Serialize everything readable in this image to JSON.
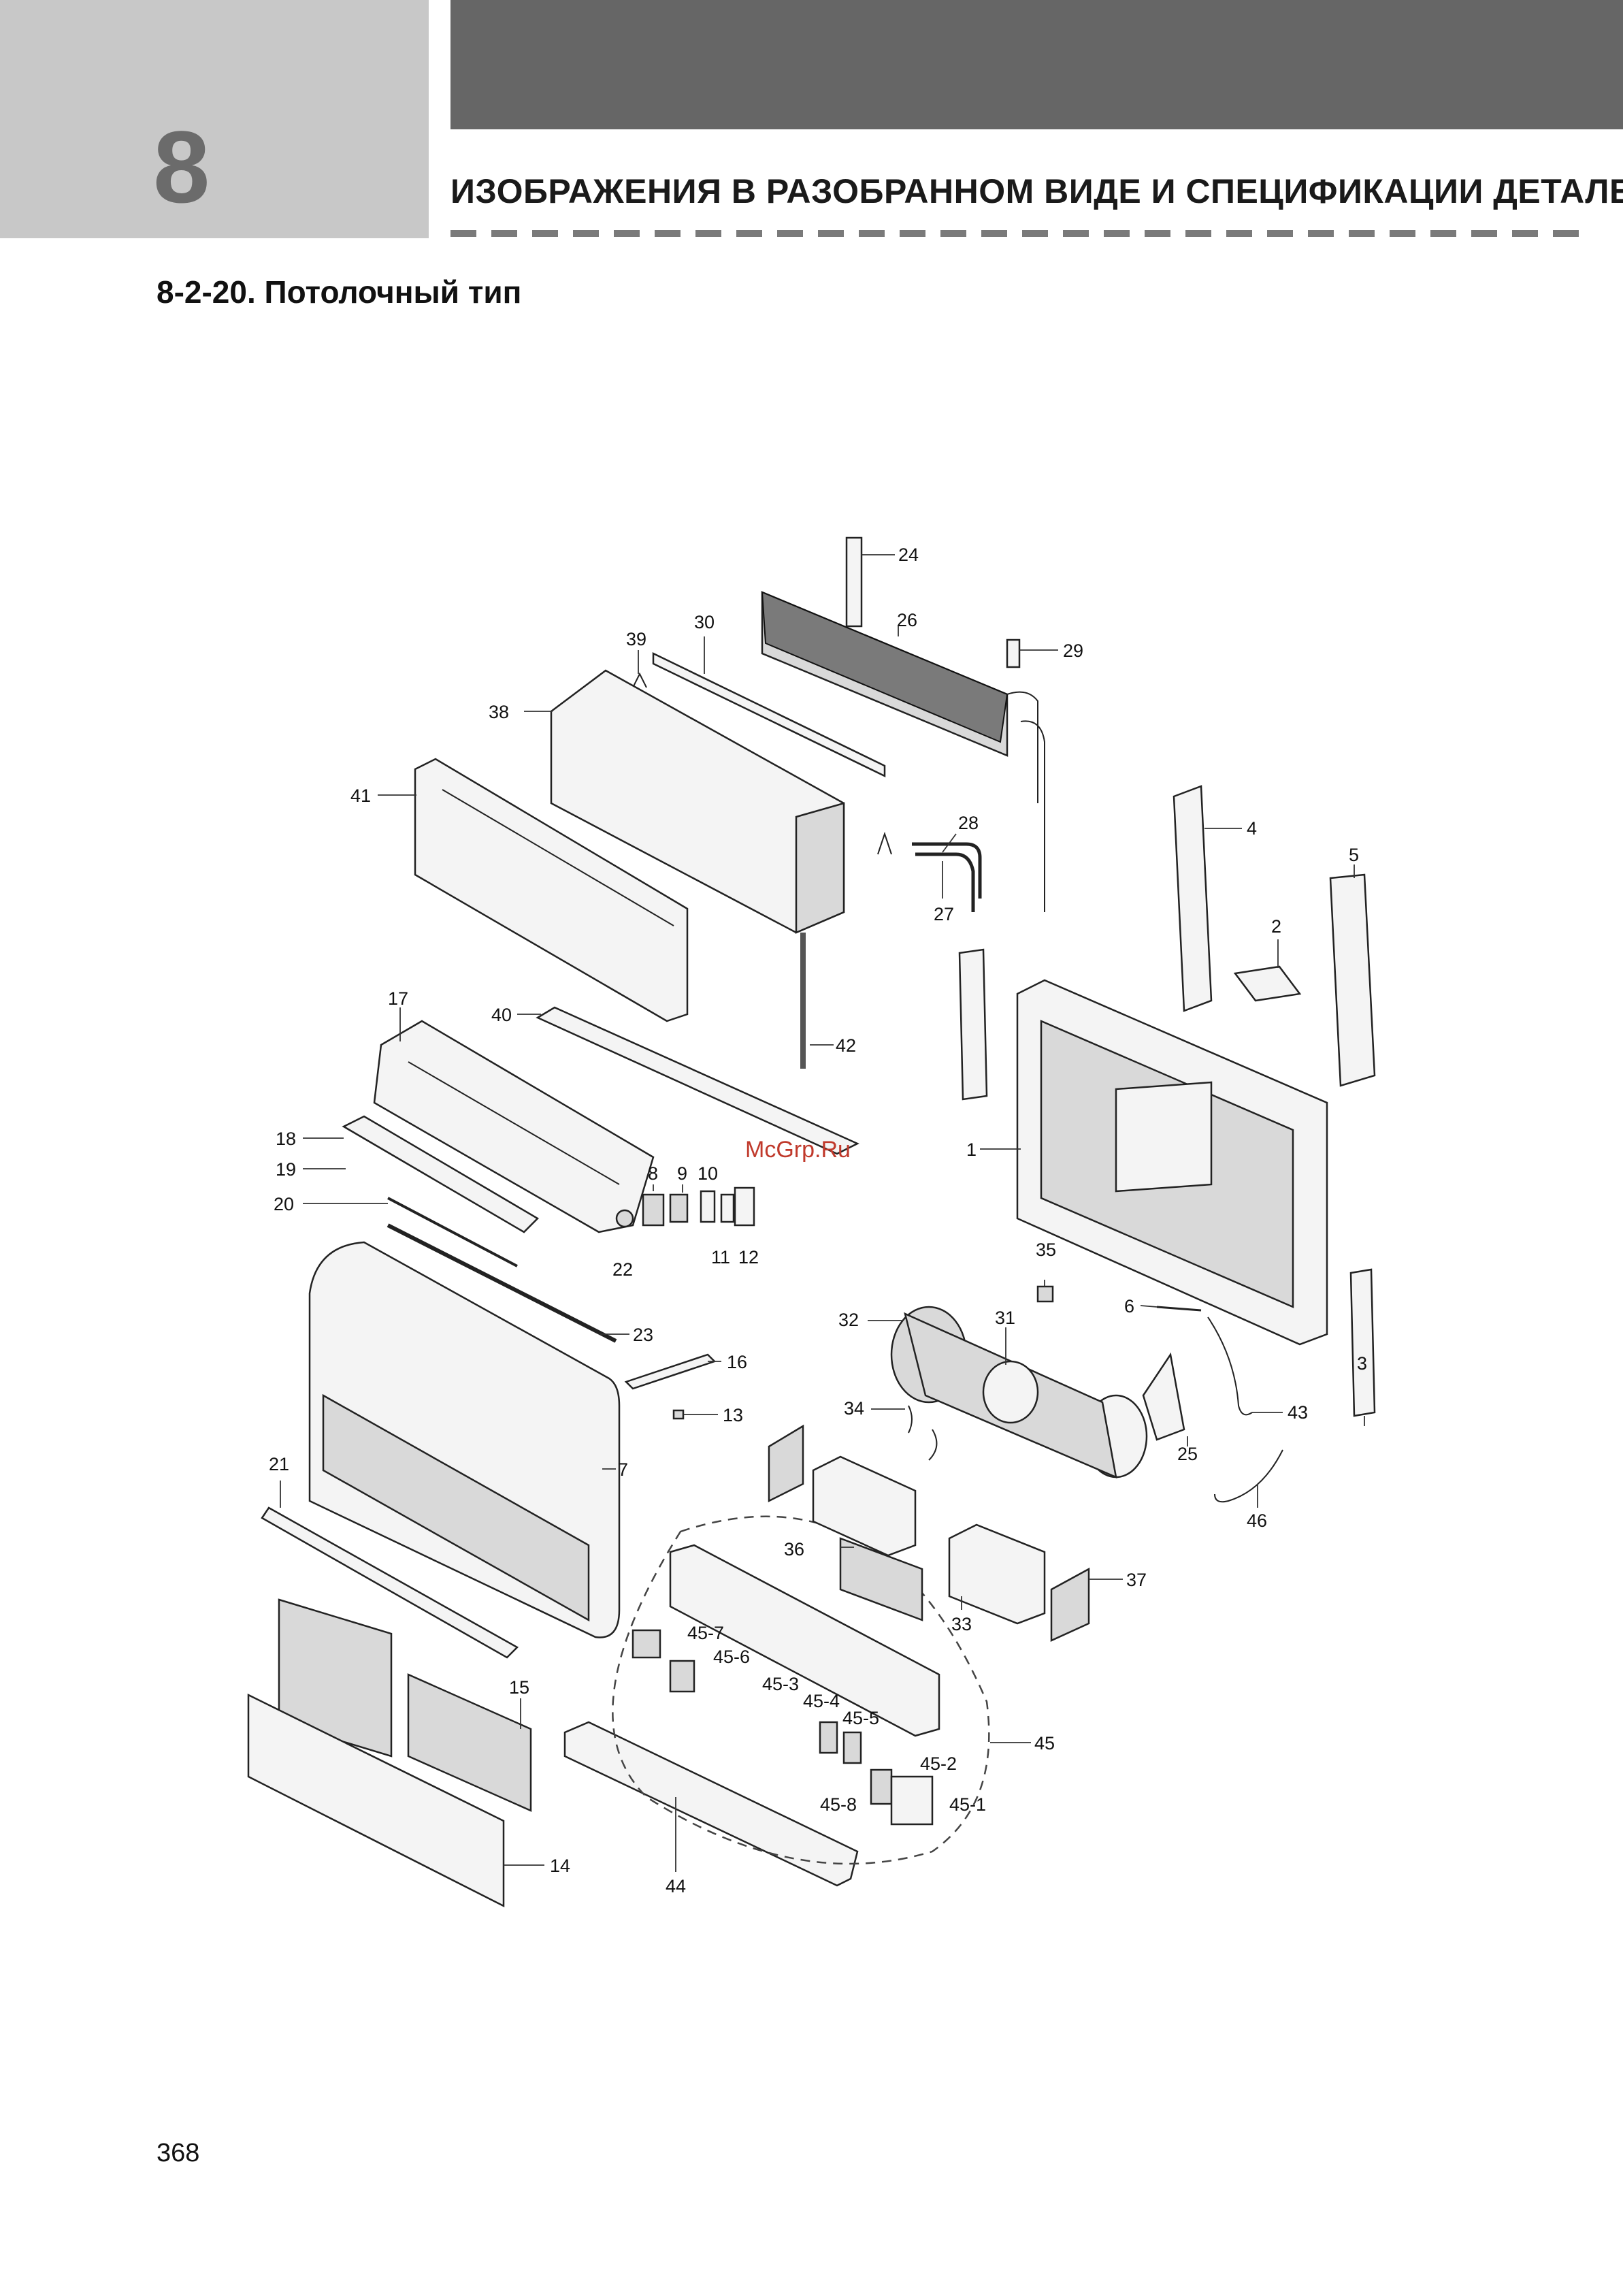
{
  "header": {
    "chapter_number": "8",
    "title": "ИЗОБРАЖЕНИЯ В РАЗОБРАННОМ ВИДЕ И СПЕЦИФИКАЦИИ ДЕТАЛЕЙ"
  },
  "section": {
    "title": "8-2-20. Потолочный тип"
  },
  "watermark": "McGrp.Ru",
  "page_number": "368",
  "callouts": {
    "c1": "1",
    "c2": "2",
    "c3": "3",
    "c4": "4",
    "c5": "5",
    "c6": "6",
    "c7": "7",
    "c8": "8",
    "c9": "9",
    "c10": "10",
    "c11": "11",
    "c12": "12",
    "c13": "13",
    "c14": "14",
    "c15": "15",
    "c16": "16",
    "c17": "17",
    "c18": "18",
    "c19": "19",
    "c20": "20",
    "c21": "21",
    "c22": "22",
    "c23": "23",
    "c24": "24",
    "c25": "25",
    "c26": "26",
    "c27": "27",
    "c28": "28",
    "c29": "29",
    "c30": "30",
    "c31": "31",
    "c32": "32",
    "c33": "33",
    "c34": "34",
    "c35": "35",
    "c36": "36",
    "c37": "37",
    "c38": "38",
    "c39": "39",
    "c40": "40",
    "c41": "41",
    "c42": "42",
    "c43": "43",
    "c44": "44",
    "c45": "45",
    "c45_1": "45-1",
    "c45_2": "45-2",
    "c45_3": "45-3",
    "c45_4": "45-4",
    "c45_5": "45-5",
    "c45_6": "45-6",
    "c45_7": "45-7",
    "c45_8": "45-8",
    "c46": "46"
  }
}
